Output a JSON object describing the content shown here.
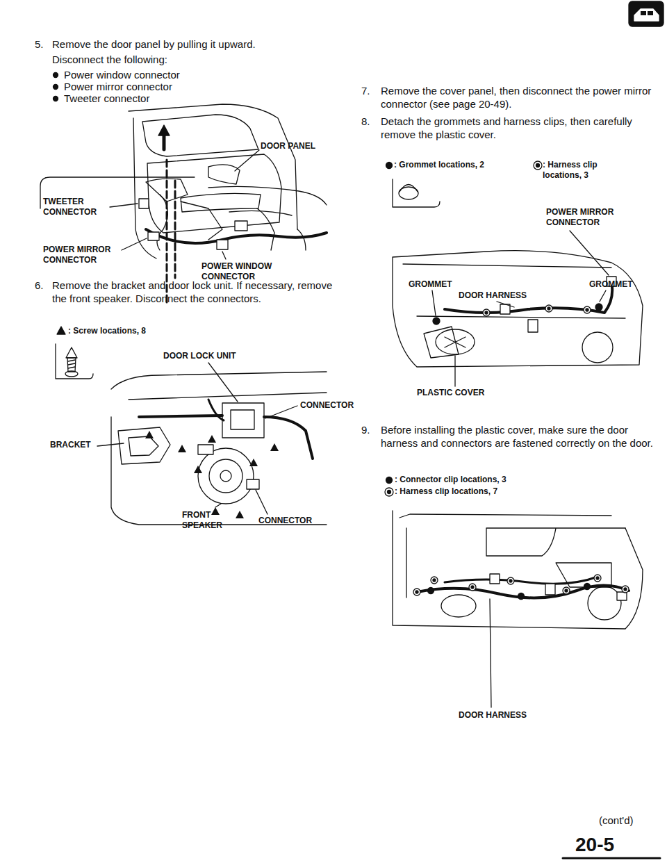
{
  "diagram": {
    "labels": [
      "5.",
      "Remove the door panel by pulling it upward.",
      "Disconnect the following:",
      "Power window connector",
      "Power mirror connector",
      "Tweeter connector",
      "DOOR PANEL",
      "TWEETER CONNECTOR",
      "POWER MIRROR CONNECTOR",
      "POWER WINDOW CONNECTOR",
      "6.",
      "Remove the bracket and door lock unit. If necessary, remove the front speaker. Disconnect the connectors.",
      ": Screw locations, 8",
      "DOOR LOCK UNIT",
      "BRACKET",
      "CONNECTOR",
      "FRONT SPEAKER",
      "CONNECTOR",
      "7.",
      "Remove the cover panel, then disconnect the power mirror connector (see page 20-49).",
      "8.",
      "Detach the grommets and harness clips, then carefully remove the plastic cover.",
      ": Grommet locations, 2",
      ": Harness clip locations, 3",
      "POWER MIRROR CONNECTOR",
      "GROMMET",
      "DOOR HARNESS",
      "GROMMET",
      "PLASTIC COVER",
      "9.",
      "Before installing the plastic cover, make sure the door harness and connectors are fastened correctly on the door.",
      ": Connector clip locations, 3",
      ": Harness clip locations, 7",
      "DOOR HARNESS",
      "(cont'd)",
      "20-5"
    ]
  }
}
